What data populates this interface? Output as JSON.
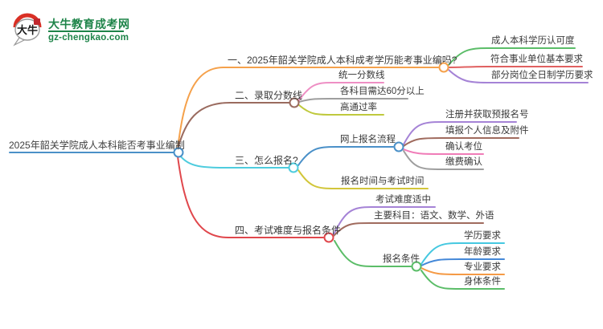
{
  "logo": {
    "title": "大牛教育成考网",
    "subtitle": "gz-chengkao.com",
    "icon_text": "大牛",
    "brand_color": "#1E8449",
    "seal_color": "#C1272D"
  },
  "mindmap": {
    "root": {
      "label": "2025年韶关学院成人本科能否考事业编制",
      "color": "#4A90C8"
    },
    "branches": [
      {
        "label": "一、2025年韶关学院成人本科成考学历能考事业编吗?",
        "color": "#F5A14B",
        "children": [
          {
            "label": "成人本科学历认可度",
            "color": "#5BBD68"
          },
          {
            "label": "符合事业单位基本要求",
            "color": "#E06060"
          },
          {
            "label": "部分岗位全日制学历要求",
            "color": "#A583D6"
          }
        ]
      },
      {
        "label": "二、录取分数线",
        "color": "#9A6B5F",
        "children": [
          {
            "label": "统一分数线",
            "color": "#EE8FC4"
          },
          {
            "label": "各科目需达60分以上",
            "color": "#9E9E9E"
          },
          {
            "label": "高通过率",
            "color": "#BFC93D"
          }
        ]
      },
      {
        "label": "三、怎么报名?",
        "color": "#4ECCDE",
        "children": [
          {
            "label": "网上报名流程",
            "color": "#4A90C8",
            "children": [
              {
                "label": "注册并获取预报名号",
                "color": "#A583D6"
              },
              {
                "label": "填报个人信息及附件",
                "color": "#A06B5E"
              },
              {
                "label": "确认考位",
                "color": "#F07CB8"
              },
              {
                "label": "缴费确认",
                "color": "#9E9E9E"
              }
            ]
          },
          {
            "label": "报名时间与考试时间",
            "color": "#D2C63A"
          }
        ]
      },
      {
        "label": "四、考试难度与报名条件",
        "color": "#E0474C",
        "children": [
          {
            "label": "考试难度适中",
            "color": "#A583D6"
          },
          {
            "label": "主要科目：语文、数学、外语",
            "color": "#A06B5E"
          },
          {
            "label": "报名条件",
            "color": "#5BBD68",
            "children": [
              {
                "label": "学历要求",
                "color": "#45C8E0"
              },
              {
                "label": "年龄要求",
                "color": "#4488D8"
              },
              {
                "label": "专业要求",
                "color": "#F59A45"
              },
              {
                "label": "身体条件",
                "color": "#5BBD68"
              }
            ]
          }
        ]
      }
    ]
  }
}
